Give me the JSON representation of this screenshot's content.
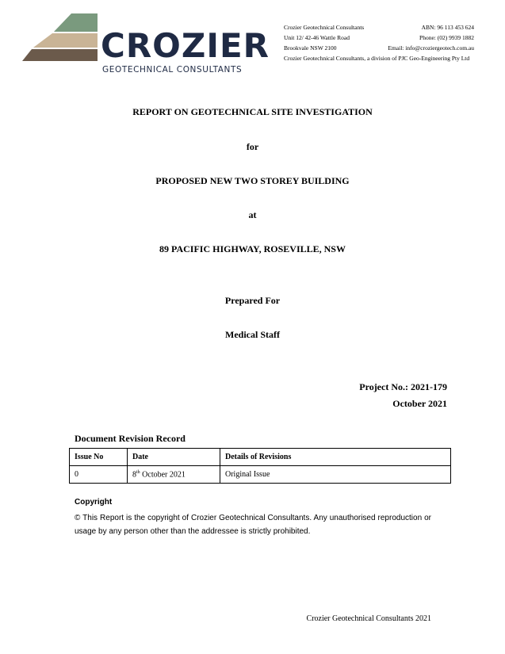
{
  "header": {
    "brand_name": "CROZIER",
    "brand_sub": "GEOTECHNICAL CONSULTANTS",
    "company": "Crozier Geotechnical Consultants",
    "abn": "ABN: 96 113 453 624",
    "address1": "Unit 12/ 42-46 Wattle Road",
    "phone": "Phone: (02) 9939 1882",
    "address2": "Brookvale NSW 2100",
    "email": "Email: info@croziergeotech.com.au",
    "division": "Crozier Geotechnical Consultants, a division of PJC Geo-Engineering Pty Ltd",
    "colors": {
      "navy": "#1f2a44",
      "green": "#7a9a7e",
      "tan": "#c9b496",
      "brown": "#6b5a4b"
    }
  },
  "title": {
    "line1": "REPORT ON GEOTECHNICAL SITE INVESTIGATION",
    "for": "for",
    "line2": "PROPOSED NEW TWO STOREY BUILDING",
    "at": "at",
    "line3": "89 PACIFIC HIGHWAY, ROSEVILLE, NSW",
    "prepared_for": "Prepared For",
    "client": "Medical Staff",
    "project_no": "Project No.: 2021-179",
    "date": "October 2021"
  },
  "revision": {
    "title": "Document Revision Record",
    "headers": [
      "Issue No",
      "Date",
      "Details of Revisions"
    ],
    "rows": [
      {
        "issue": "0",
        "date_day": "8",
        "date_suffix": "th",
        "date_rest": " October 2021",
        "details": "Original Issue"
      }
    ]
  },
  "copyright": {
    "title": "Copyright",
    "text": "© This Report is the copyright of Crozier Geotechnical Consultants. Any unauthorised reproduction or usage by any person other than the addressee is strictly prohibited."
  },
  "footer": {
    "text": "Crozier Geotechnical Consultants 2021"
  }
}
